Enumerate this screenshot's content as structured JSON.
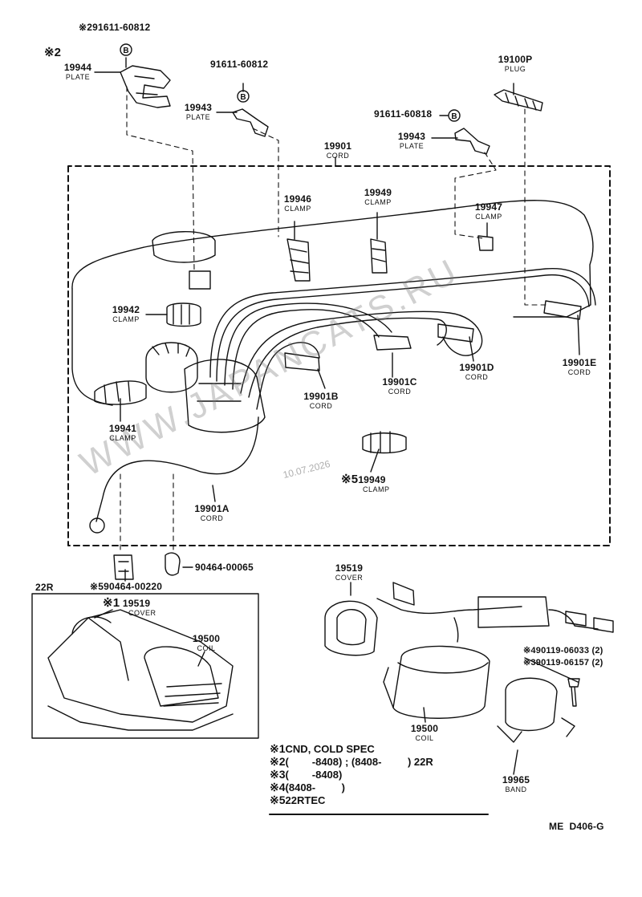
{
  "parts": {
    "plate_19944": {
      "mark": "※2",
      "number": "19944",
      "name": "PLATE"
    },
    "bolt_top_left": {
      "mark": "※2",
      "number": "91611-60812",
      "symbol": "B"
    },
    "bolt_mid": {
      "number": "91611-60812",
      "symbol": "B"
    },
    "plate_19943_a": {
      "number": "19943",
      "name": "PLATE"
    },
    "bolt_right": {
      "number": "91611-60818",
      "symbol": "B"
    },
    "plate_19943_b": {
      "number": "19943",
      "name": "PLATE"
    },
    "plug": {
      "number": "19100P",
      "name": "PLUG"
    },
    "cord_set": {
      "number": "19901",
      "name": "CORD"
    },
    "clamp_19946": {
      "number": "19946",
      "name": "CLAMP"
    },
    "clamp_19949": {
      "number": "19949",
      "name": "CLAMP"
    },
    "clamp_19947": {
      "number": "19947",
      "name": "CLAMP"
    },
    "clamp_19942": {
      "number": "19942",
      "name": "CLAMP"
    },
    "clamp_19941": {
      "number": "19941",
      "name": "CLAMP"
    },
    "cord_b": {
      "number": "19901B",
      "name": "CORD"
    },
    "cord_c": {
      "number": "19901C",
      "name": "CORD"
    },
    "cord_d": {
      "number": "19901D",
      "name": "CORD"
    },
    "cord_e": {
      "number": "19901E",
      "name": "CORD"
    },
    "clamp_19949_b": {
      "mark": "※5",
      "number": "19949",
      "name": "CLAMP"
    },
    "cord_a": {
      "number": "19901A",
      "name": "CORD"
    },
    "clip_90464_00065": {
      "number": "90464-00065"
    },
    "clip_90464_00220": {
      "mark": "※5",
      "number": "90464-00220"
    },
    "cover_inset": {
      "mark": "※1",
      "number": "19519",
      "name": "COVER"
    },
    "coil_inset": {
      "number": "19500",
      "name": "COIL"
    },
    "cover_right": {
      "number": "19519",
      "name": "COVER"
    },
    "screw_4": {
      "mark": "※4",
      "number": "90119-06033",
      "qty": "(2)"
    },
    "screw_3": {
      "mark": "※3",
      "number": "90119-06157",
      "qty": "(2)"
    },
    "coil_right": {
      "number": "19500",
      "name": "COIL"
    },
    "band": {
      "number": "19965",
      "name": "BAND"
    }
  },
  "inset_label": "22R",
  "notes": [
    {
      "mark": "※1",
      "text": "CND, COLD SPEC"
    },
    {
      "mark": "※2",
      "text": "(        -8408) ; (8408-         ) 22R"
    },
    {
      "mark": "※3",
      "text": "(        -8408)"
    },
    {
      "mark": "※4",
      "text": "(8408-         )"
    },
    {
      "mark": "※5",
      "text": "22RTEC"
    }
  ],
  "diagram_code": "ME  D406-G",
  "watermark": {
    "text": "WWW.JAPANCATS.RU",
    "date": "10.07.2026"
  }
}
